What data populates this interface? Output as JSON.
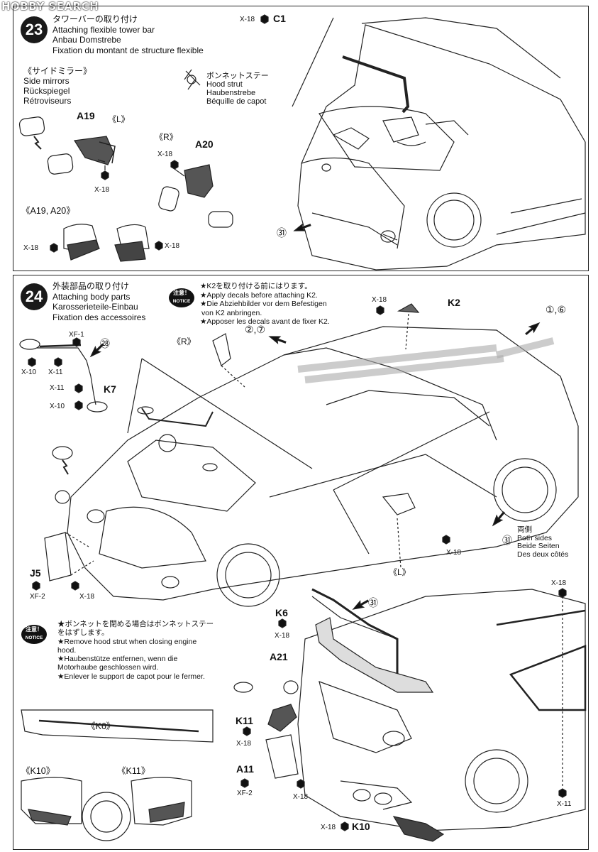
{
  "watermark": "HOBBY SEARCH",
  "step23": {
    "number": "23",
    "title": [
      "タワーバーの取り付け",
      "Attaching flexible tower bar",
      "Anbau Domstrebe",
      "Fixation du montant de structure flexible"
    ],
    "mirrors_heading": [
      "《サイドミラー》",
      "Side mirrors",
      "Rückspiegel",
      "Rétroviseurs"
    ],
    "parts": {
      "a19": "A19",
      "a20": "A20",
      "c1": "C1"
    },
    "side_l": "《L》",
    "side_r": "《R》",
    "a19_a20": "《A19, A20》",
    "strut_label": [
      "ボンネットステー",
      "Hood strut",
      "Haubenstrebe",
      "Béquille de capot"
    ],
    "screw": "X-18",
    "decal31": "㉛"
  },
  "step24": {
    "number": "24",
    "title": [
      "外装部品の取り付け",
      "Attaching body parts",
      "Karosserieteile-Einbau",
      "Fixation des accessoires"
    ],
    "notice_badge": {
      "jp": "注意！",
      "en": "NOTICE"
    },
    "notice1": [
      "★K2を取り付ける前にはります。",
      "★Apply decals before attaching K2.",
      "★Die Abziehbilder vor dem Befestigen",
      "von K2 anbringen.",
      "★Apposer les decals avant de fixer K2."
    ],
    "notice2": [
      "★ボンネットを閉める場合はボンネットステー",
      "をはずします。",
      "★Remove hood strut when closing engine",
      "hood.",
      "★Haubenstütze entfernen, wenn die",
      "Motorhaube geschlossen wird.",
      "★Enlever le support de capot pour le fermer."
    ],
    "parts": {
      "k2": "K2",
      "k7": "K7",
      "j5": "J5",
      "k6": "K6",
      "a21": "A21",
      "k11": "K11",
      "a11": "A11",
      "k10": "K10"
    },
    "screws": {
      "x18": "X-18",
      "x10": "X-10",
      "x11": "X-11",
      "xf1": "XF-1",
      "xf2": "XF-2"
    },
    "decals": {
      "d1_6": "①,⑥",
      "d2_7": "②,⑦",
      "d28": "㉘",
      "d31": "㉛"
    },
    "side_r": "《R》",
    "side_l": "《L》",
    "both_sides": [
      "両側",
      "Both sides",
      "Beide Seiten",
      "Des deux côtés"
    ],
    "k6_label": "《K6》",
    "k10_label": "《K10》",
    "k11_label": "《K11》"
  }
}
